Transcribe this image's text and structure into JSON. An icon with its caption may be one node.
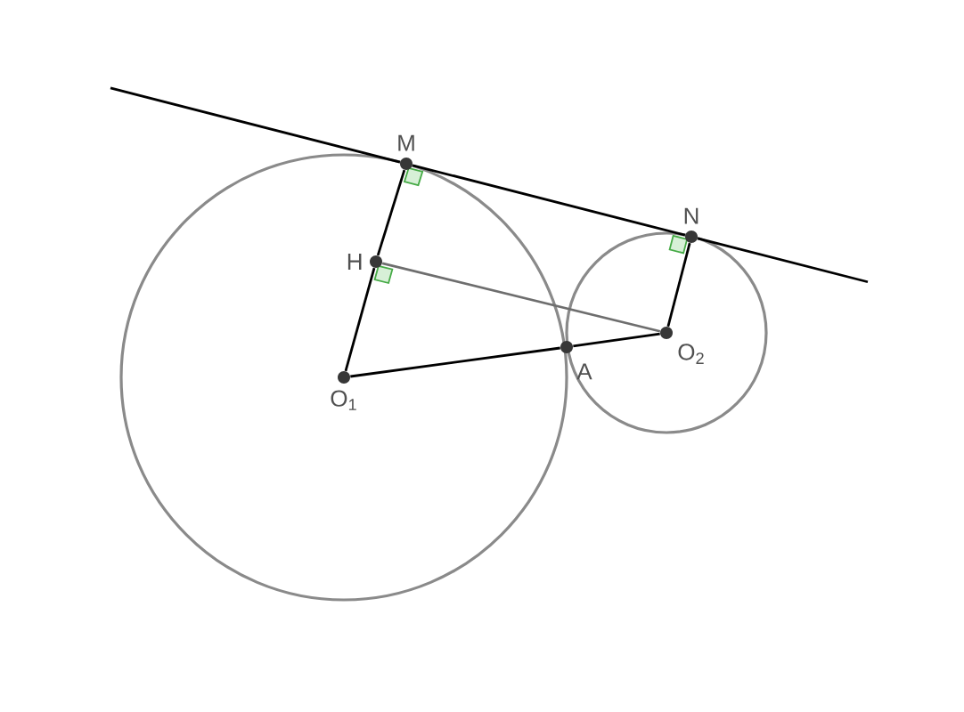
{
  "diagram": {
    "nodes": [
      {
        "text": [
          "M"
        ]
      },
      {
        "text": [
          "N"
        ]
      },
      {
        "text": [
          "H"
        ]
      },
      {
        "text": [
          "O$_{1}$"
        ]
      },
      {
        "text": [
          "A"
        ]
      },
      {
        "text": [
          "O$_{2}$"
        ]
      }
    ],
    "edges": [
      {
        "from": 0,
        "to": 1,
        "arrow": "none"
      },
      {
        "from": 3,
        "to": 2,
        "arrow": "none"
      },
      {
        "from": 2,
        "to": 0,
        "arrow": "none"
      },
      {
        "from": 1,
        "to": 5,
        "arrow": "none"
      },
      {
        "from": 2,
        "to": 5,
        "arrow": "none",
        "color": "#6e6e6e"
      },
      {
        "from": 3,
        "to": 4,
        "arrow": "none"
      },
      {
        "from": 4,
        "to": 5,
        "arrow": "none"
      }
    ]
  }
}
